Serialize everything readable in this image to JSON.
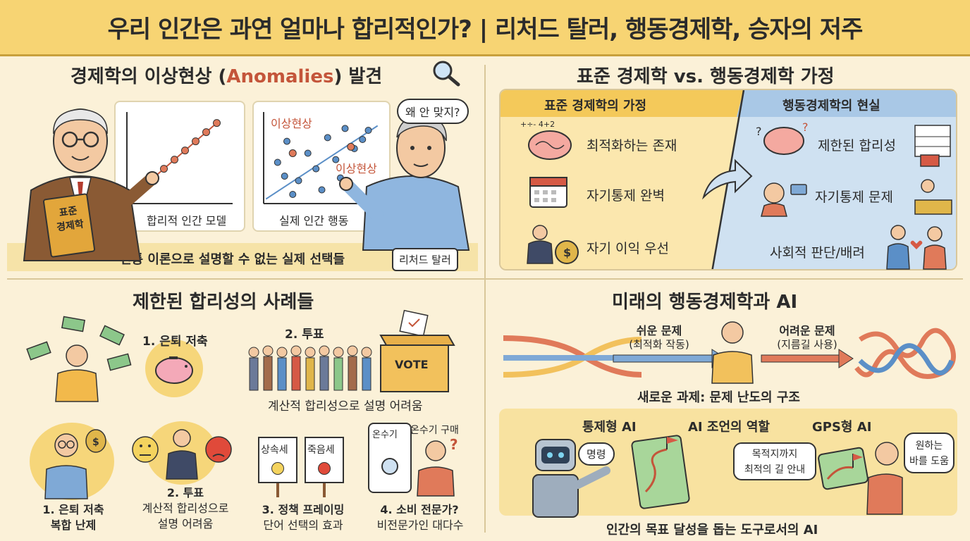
{
  "header": {
    "title": "우리 인간은 과연 얼마나 합리적인가? | 리처드 탈러, 행동경제학, 승자의 저주"
  },
  "panel1": {
    "title_a": "경제학의 이상현상 (",
    "title_accent": "Anomalies",
    "title_b": ") 발견",
    "book_label": "표준\n경제학",
    "chart1_label": "합리적 인간 모델",
    "chart2_label": "실제 인간 행동",
    "anomaly1": "이상현상",
    "anomaly2": "이상현상",
    "bubble": "왜 안 맞지?",
    "caption": "전통 이론으로 설명할 수 없는 실제 선택들",
    "person_name": "리처드 탈러",
    "chart1_points": [
      [
        0.05,
        0.92
      ],
      [
        0.15,
        0.82
      ],
      [
        0.25,
        0.72
      ],
      [
        0.35,
        0.62
      ],
      [
        0.45,
        0.52
      ],
      [
        0.55,
        0.42
      ],
      [
        0.65,
        0.32
      ],
      [
        0.75,
        0.22
      ],
      [
        0.85,
        0.12
      ]
    ],
    "chart2_points": [
      [
        0.12,
        0.55
      ],
      [
        0.2,
        0.32
      ],
      [
        0.3,
        0.75
      ],
      [
        0.38,
        0.45
      ],
      [
        0.45,
        0.62
      ],
      [
        0.55,
        0.28
      ],
      [
        0.62,
        0.52
      ],
      [
        0.7,
        0.18
      ],
      [
        0.78,
        0.4
      ],
      [
        0.85,
        0.3
      ],
      [
        0.25,
        0.9
      ],
      [
        0.5,
        0.85
      ],
      [
        0.9,
        0.2
      ],
      [
        0.18,
        0.7
      ],
      [
        0.66,
        0.72
      ]
    ],
    "chart2_anomalies": [
      [
        0.25,
        0.45
      ],
      [
        0.75,
        0.38
      ]
    ]
  },
  "panel2": {
    "title": "표준 경제학 vs. 행동경제학 가정",
    "left_head": "표준 경제학의 가정",
    "right_head": "행동경제학의 현실",
    "left_items": [
      "최적화하는 존재",
      "자기통제 완벽",
      "자기 이익 우선"
    ],
    "right_items": [
      "제한된 합리성",
      "자기통제 문제",
      "사회적 판단/배려"
    ],
    "math_glyphs": "+÷- 4+2"
  },
  "panel3": {
    "title": "제한된 합리성의 사례들",
    "case1_top": "1. 은퇴 저축",
    "case2_top": "2. 투표",
    "case2_top_caption": "계산적 합리성으로 설명 어려움",
    "vote_label": "VOTE",
    "case1_bottom": [
      "1. 은퇴 저축",
      "복합 난제"
    ],
    "case2_bottom": [
      "2. 투표",
      "계산적 합리성으로",
      "설명 어려움"
    ],
    "sign1": "상속세",
    "sign2": "죽음세",
    "case3": [
      "3. 정책 프레이밍",
      "단어 선택의 효과"
    ],
    "heater_label": "온수기",
    "heater_buy": "온수기 구매",
    "case4": [
      "4. 소비 전문가?",
      "비전문가인 대다수"
    ]
  },
  "panel4": {
    "title": "미래의 행동경제학과 AI",
    "easy": [
      "쉬운 문제",
      "(최적화 작동)"
    ],
    "hard": [
      "어려운 문제",
      "(지름길 사용)"
    ],
    "new_task": "새로운 과제: 문제 난도의 구조",
    "control_ai": "통제형 AI",
    "advice_role": "AI 조언의 역할",
    "gps_ai": "GPS형 AI",
    "command": "명령",
    "optimal_route": [
      "목적지까지",
      "최적의 길 안내"
    ],
    "help": [
      "원하는",
      "바를 도움"
    ],
    "caption": "인간의 목표 달성을 돕는 도구로서의 AI"
  },
  "colors": {
    "accent": "#c4553a",
    "blue": "#5b8fc7",
    "yellow": "#f7d473",
    "cream": "#fbf1d8"
  }
}
